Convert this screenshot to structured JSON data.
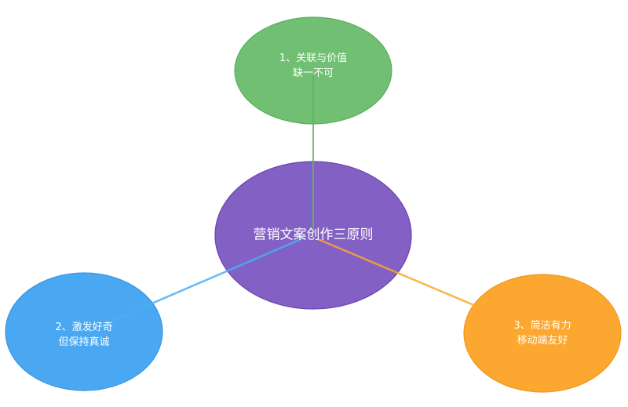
{
  "center": {
    "text": "营销文案创作三原则",
    "color": "#8360c3",
    "stroke": "#6a44b0"
  },
  "nodes": [
    {
      "id": "1",
      "line1": "1、关联与价值",
      "line2": "缺一不可",
      "color": "#71bf73",
      "stroke": "#5aae5c",
      "line_color": "#5cb85f"
    },
    {
      "id": "2",
      "line1": "2、激发好奇",
      "line2": "但保持真诚",
      "color": "#4aa8f2",
      "stroke": "#3b95e0",
      "line_color": "#4aaef5"
    },
    {
      "id": "3",
      "line1": "3、简洁有力",
      "line2": "移动端友好",
      "color": "#fca72f",
      "stroke": "#f0971a",
      "line_color": "#fca72f"
    }
  ]
}
